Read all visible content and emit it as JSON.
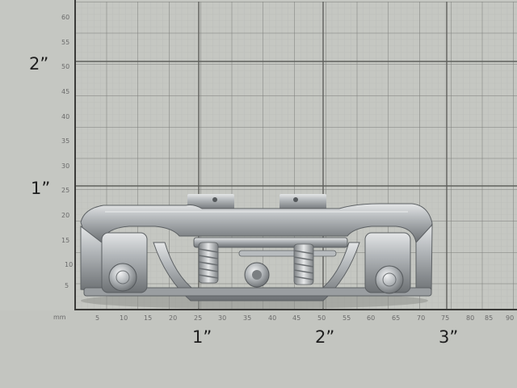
{
  "grid": {
    "left_inch_labels": [
      "2”",
      "1”"
    ],
    "bottom_inch_labels": [
      "1”",
      "2”",
      "3”"
    ],
    "mm_unit": "mm",
    "x_mm_ticks": [
      "5",
      "10",
      "15",
      "20",
      "25",
      "30",
      "35",
      "40",
      "45",
      "50",
      "55",
      "60",
      "65",
      "70",
      "75",
      "80",
      "85",
      "90"
    ],
    "y_mm_ticks": [
      "60",
      "55",
      "50",
      "45",
      "40",
      "35",
      "30",
      "25",
      "20",
      "15",
      "10",
      "5"
    ]
  },
  "subject": {
    "object_icon": "truck-bogie-casting",
    "metal_color": "#a9adb0",
    "grid_line_color": "#6e6e6e"
  }
}
